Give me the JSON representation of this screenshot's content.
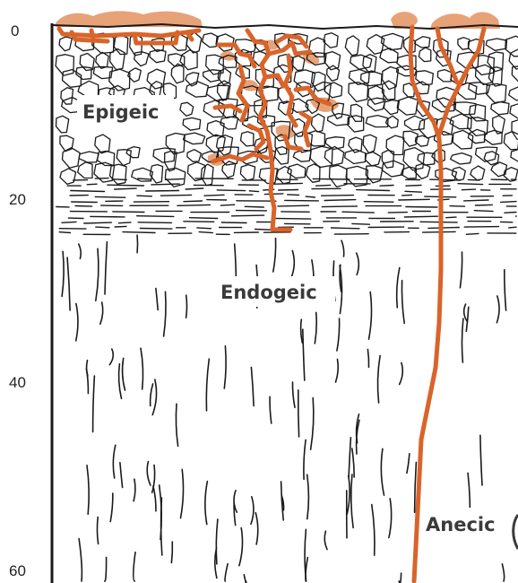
{
  "depth_axis": {
    "ticks": [
      {
        "label": "0",
        "value": 0
      },
      {
        "label": "20",
        "value": 20
      },
      {
        "label": "40",
        "value": 40
      },
      {
        "label": "60",
        "value": 60
      }
    ]
  },
  "zones": {
    "epigeic": "Epigeic",
    "endogeic": "Endogeic",
    "anecic": "Anecic"
  },
  "colors": {
    "burrow": "#d9642a",
    "casting": "#e8a277",
    "soil_line": "#1a1a1a"
  }
}
